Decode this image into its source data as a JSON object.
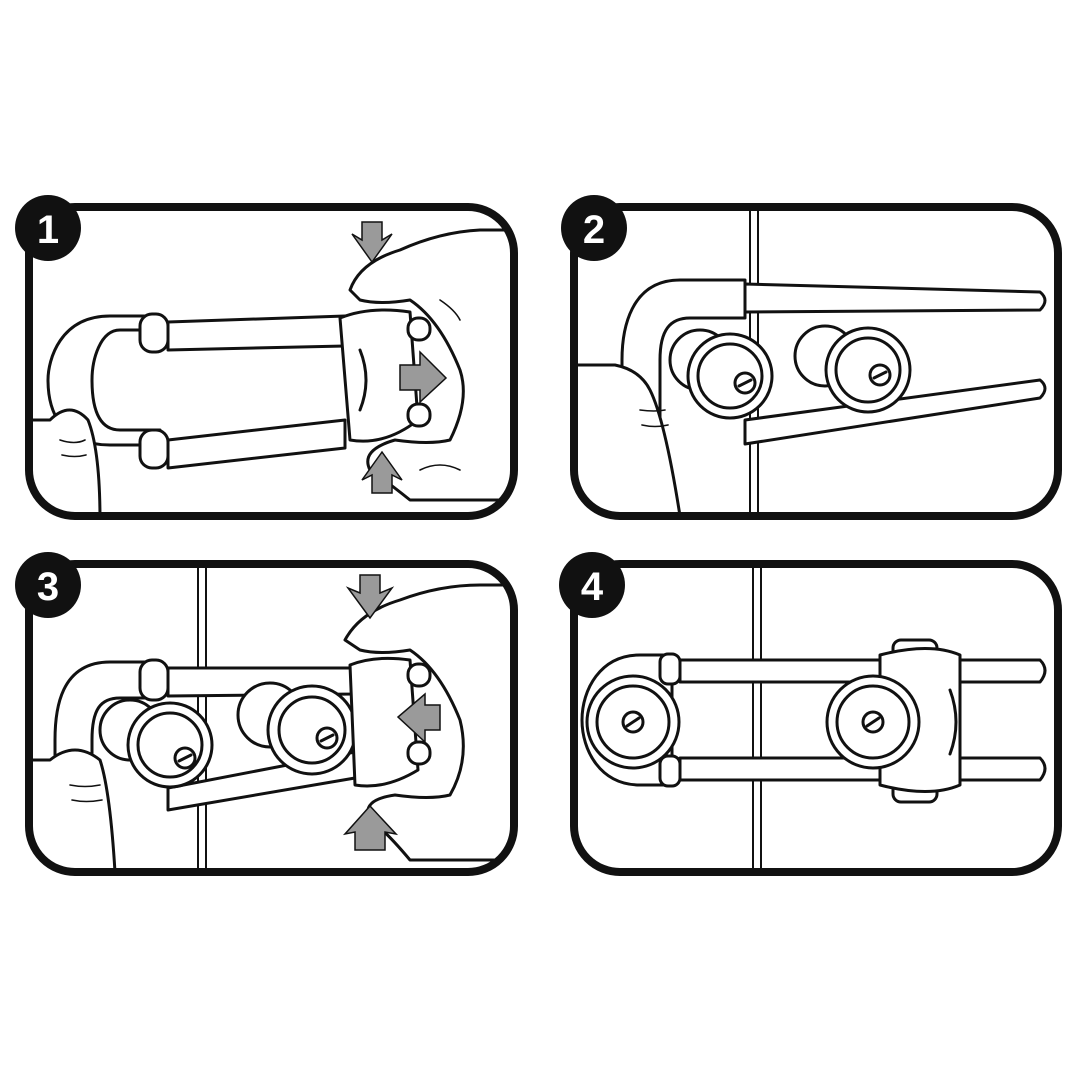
{
  "steps": [
    {
      "number": "1"
    },
    {
      "number": "2"
    },
    {
      "number": "3"
    },
    {
      "number": "4"
    }
  ],
  "colors": {
    "frame": "#111111",
    "badge": "#111111",
    "arrow": "#9a9a9a",
    "background": "#ffffff"
  }
}
